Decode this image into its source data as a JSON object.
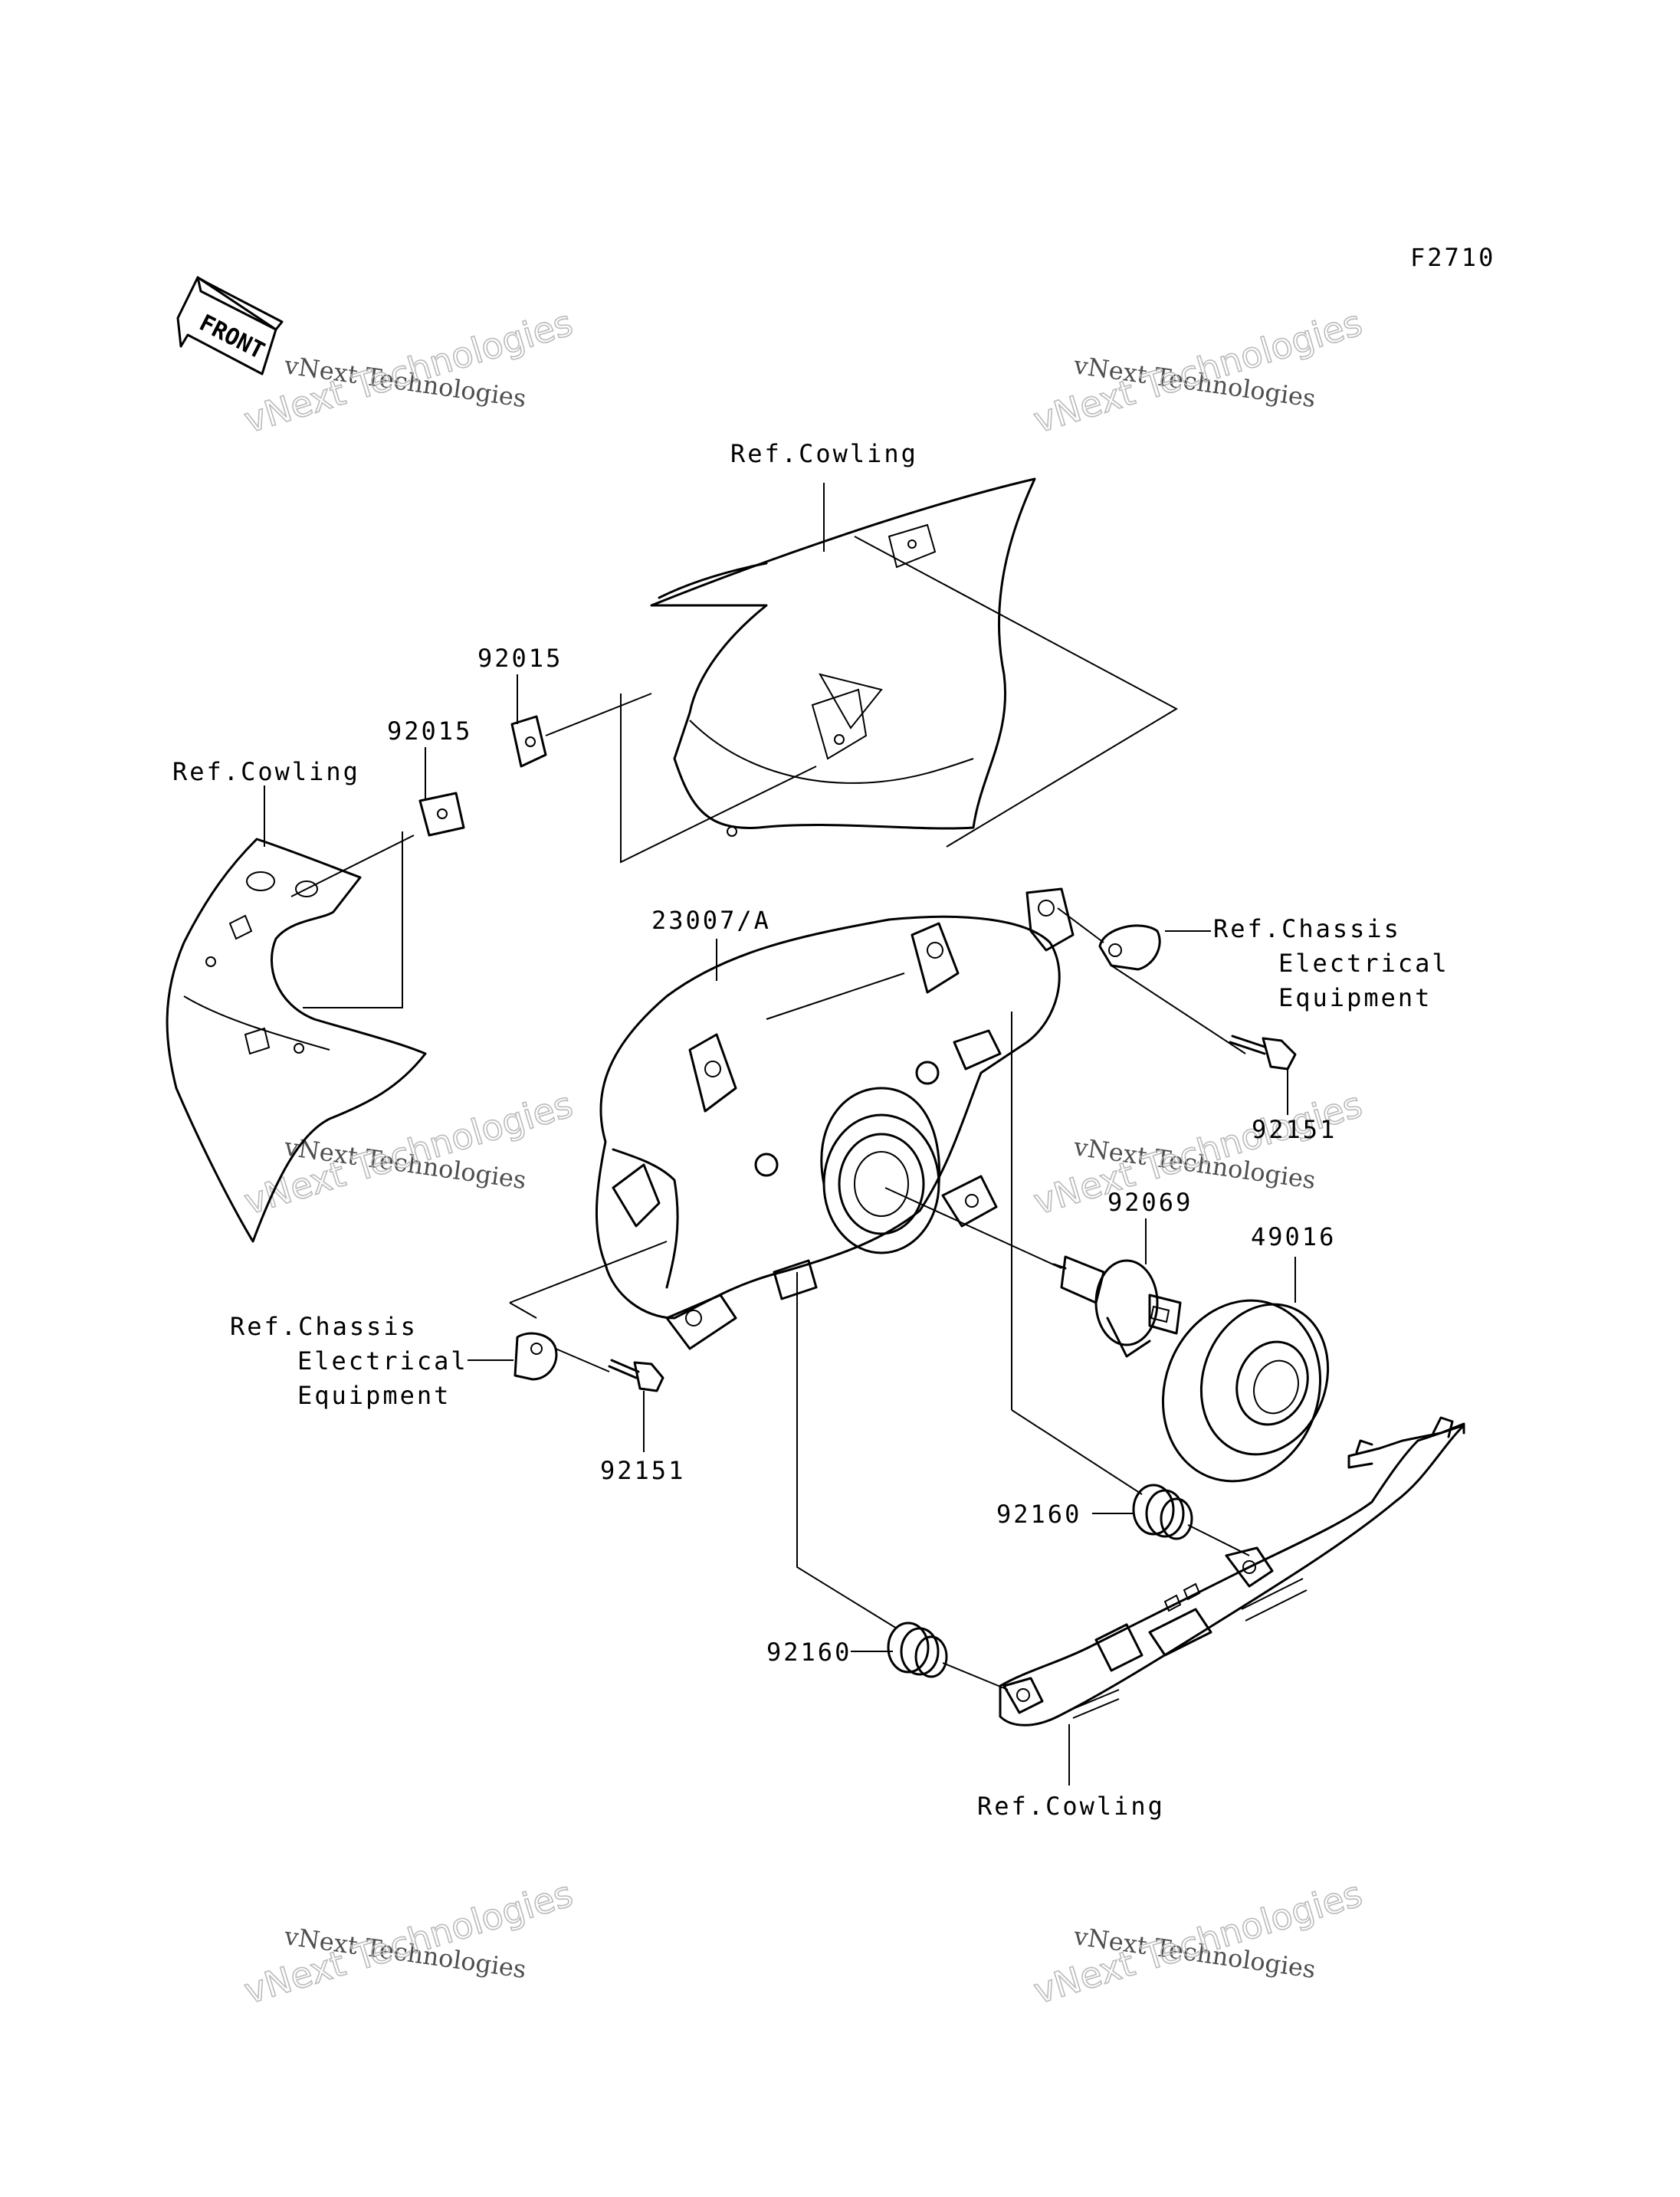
{
  "diagram": {
    "code": "F2710",
    "front_label": "FRONT",
    "labels": {
      "cowling_top": "Ref.Cowling",
      "cowling_left": "Ref.Cowling",
      "cowling_bottom": "Ref.Cowling",
      "clip_upper": "92015",
      "clip_lower": "92015",
      "headlamp": "23007/A",
      "chassis_right_1": "Ref.Chassis",
      "chassis_right_2": "Electrical",
      "chassis_right_3": "Equipment",
      "chassis_left_1": "Ref.Chassis",
      "chassis_left_2": "Electrical",
      "chassis_left_3": "Equipment",
      "bolt_right": "92151",
      "bolt_left": "92151",
      "bulb": "92069",
      "cap": "49016",
      "grommet_right": "92160",
      "grommet_left": "92160"
    },
    "watermark": {
      "line1": "vNext Technologies",
      "line2": "vNext Technologies"
    }
  }
}
